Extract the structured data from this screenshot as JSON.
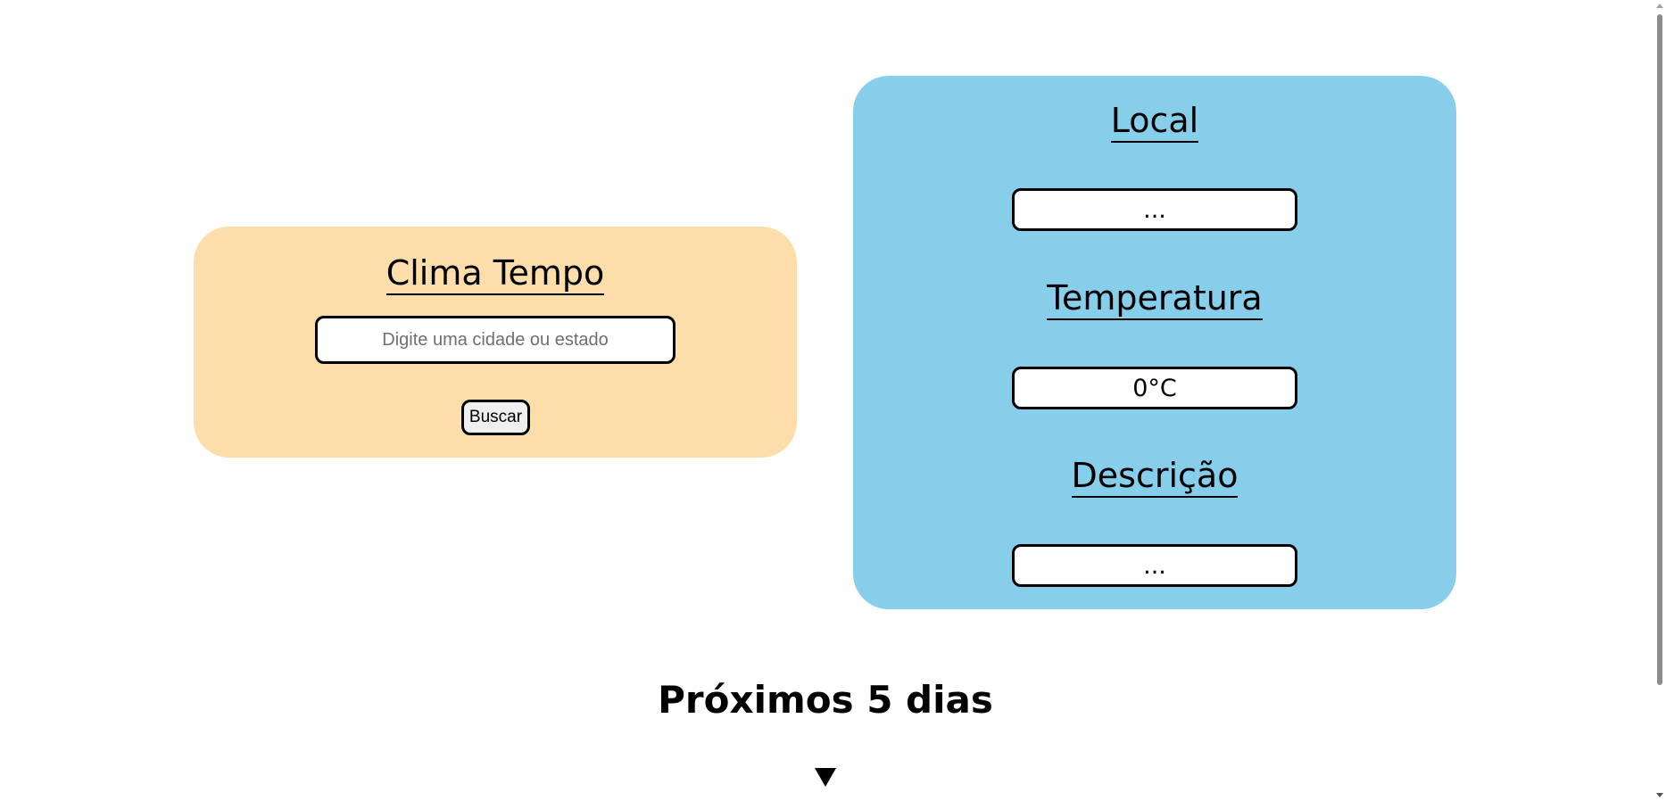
{
  "search": {
    "title": "Clima Tempo",
    "placeholder": "Digite uma cidade ou estado",
    "value": "",
    "button_label": "Buscar"
  },
  "result": {
    "local_heading": "Local",
    "local_value": "...",
    "temperature_heading": "Temperatura",
    "temperature_value": "0°C",
    "description_heading": "Descrição",
    "description_value": "..."
  },
  "forecast": {
    "heading": "Próximos 5 dias",
    "toggle_icon": "triangle-down-icon"
  },
  "colors": {
    "search_card_bg": "#fddeab",
    "result_card_bg": "#87ceeb"
  }
}
